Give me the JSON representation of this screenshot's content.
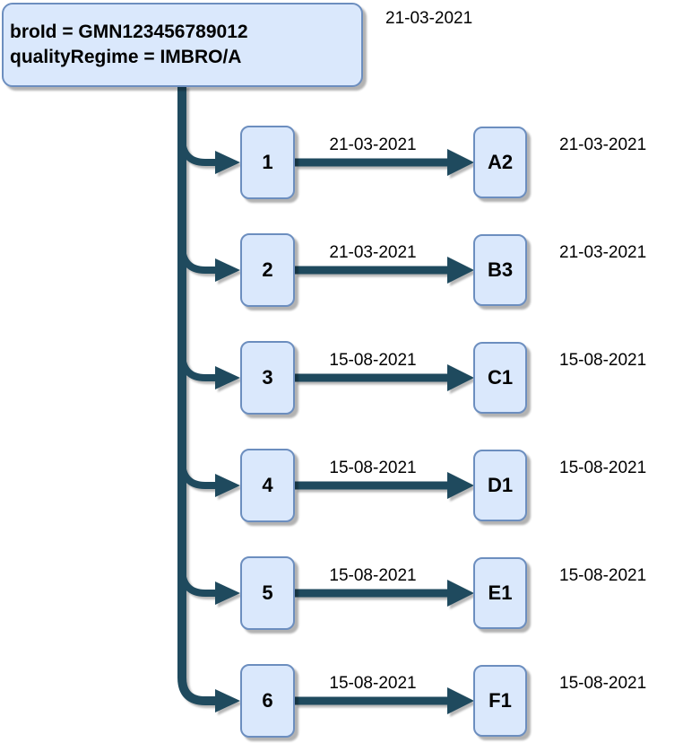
{
  "header": {
    "line1": "broId = GMN123456789012",
    "line2": "qualityRegime = IMBRO/A",
    "date": "21-03-2021"
  },
  "rows": [
    {
      "source": "1",
      "target": "A2",
      "edge_date": "21-03-2021",
      "target_date": "21-03-2021"
    },
    {
      "source": "2",
      "target": "B3",
      "edge_date": "21-03-2021",
      "target_date": "21-03-2021"
    },
    {
      "source": "3",
      "target": "C1",
      "edge_date": "15-08-2021",
      "target_date": "15-08-2021"
    },
    {
      "source": "4",
      "target": "D1",
      "edge_date": "15-08-2021",
      "target_date": "15-08-2021"
    },
    {
      "source": "5",
      "target": "E1",
      "edge_date": "15-08-2021",
      "target_date": "15-08-2021"
    },
    {
      "source": "6",
      "target": "F1",
      "edge_date": "15-08-2021",
      "target_date": "15-08-2021"
    }
  ],
  "colors": {
    "node_fill": "#dae8fc",
    "node_border": "#6c8ebf",
    "connector": "#1f4a5e",
    "shadow": "#b3b3b3"
  }
}
